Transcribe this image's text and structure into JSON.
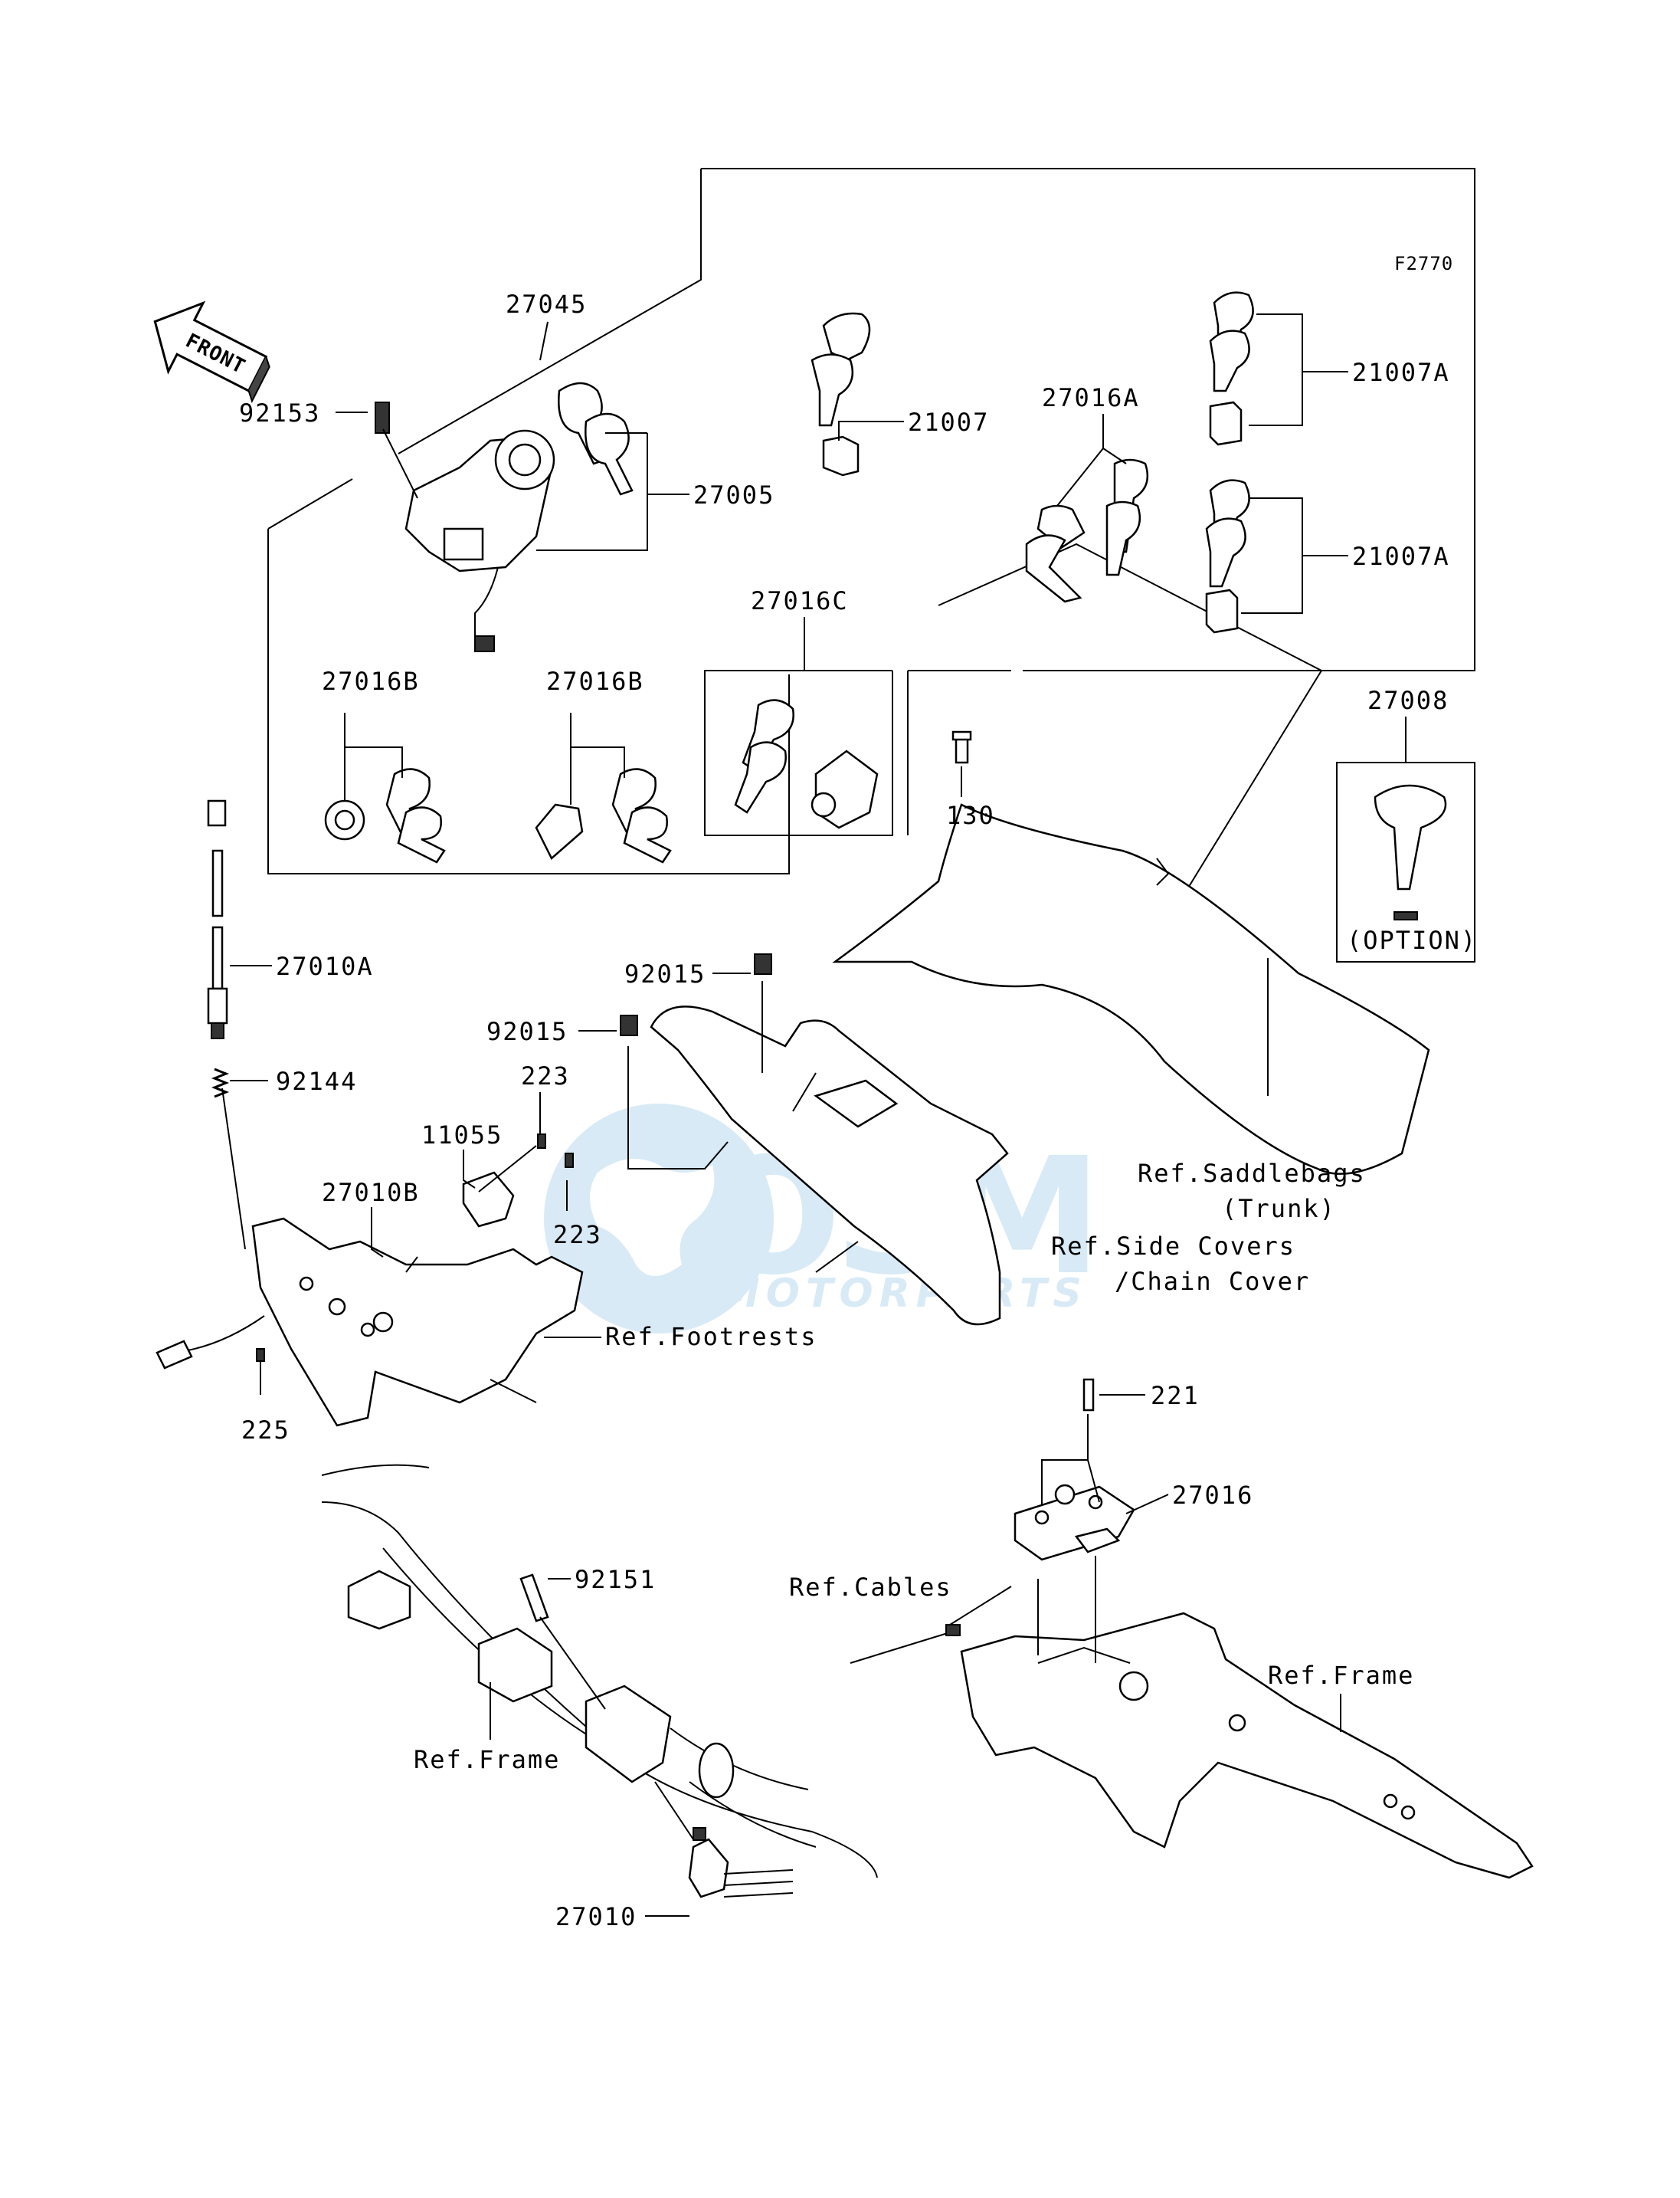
{
  "diagram": {
    "code": "F2770",
    "front_arrow": "FRONT",
    "watermark": {
      "brand": "OSM",
      "sub": "MOTORPARTS",
      "color": "#b9d9ee"
    },
    "callouts": {
      "c27045": "27045",
      "c92153": "92153",
      "c27005": "27005",
      "c21007": "21007",
      "c27016A": "27016A",
      "c21007A_1": "21007A",
      "c21007A_2": "21007A",
      "c27016C": "27016C",
      "c27016B_1": "27016B",
      "c27016B_2": "27016B",
      "c130": "130",
      "c27008": "27008",
      "option": "(OPTION)",
      "c27010A": "27010A",
      "c92015_1": "92015",
      "c92015_2": "92015",
      "c92144": "92144",
      "c223_1": "223",
      "c11055": "11055",
      "c27010B": "27010B",
      "c223_2": "223",
      "c225": "225",
      "ref_saddlebags_1": "Ref.Saddlebags",
      "ref_saddlebags_2": "(Trunk)",
      "ref_side_covers_1": "Ref.Side Covers",
      "ref_side_covers_2": "/Chain Cover",
      "ref_footrests": "Ref.Footrests",
      "c221": "221",
      "c27016": "27016",
      "ref_cables": "Ref.Cables",
      "c92151": "92151",
      "ref_frame_1": "Ref.Frame",
      "ref_frame_2": "Ref.Frame",
      "c27010": "27010"
    }
  }
}
